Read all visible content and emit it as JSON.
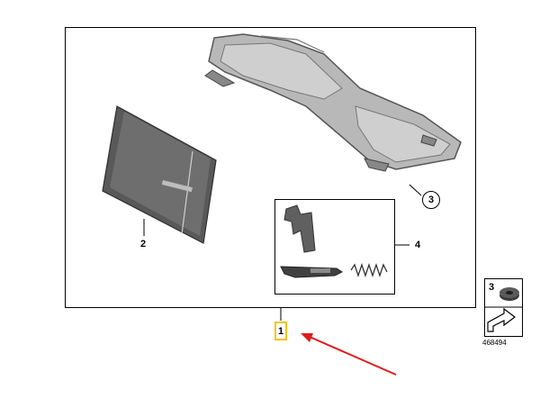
{
  "labels": {
    "part_1": "1",
    "part_2": "2",
    "part_3": "3",
    "part_4": "4"
  },
  "legend": {
    "number": "3",
    "caption": "468494"
  },
  "colors": {
    "highlight": "#f0c419",
    "arrow": "#e01b1b",
    "part_fill": "#6a6a6a",
    "part_dark": "#3c3c3c"
  }
}
